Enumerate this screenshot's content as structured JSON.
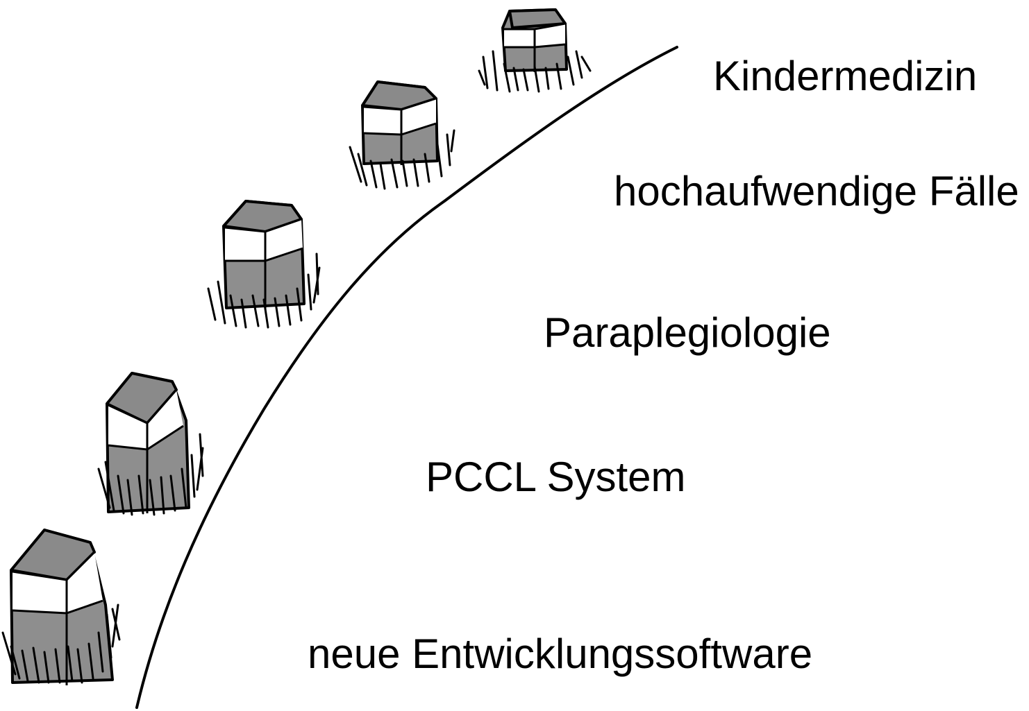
{
  "milestones": [
    {
      "label": "Kindermedizin"
    },
    {
      "label": "hochaufwendige Fälle"
    },
    {
      "label": "Paraplegiologie"
    },
    {
      "label": "PCCL System"
    },
    {
      "label": "neue Entwicklungssoftware"
    }
  ],
  "colors": {
    "stone_shade": "#8e8e8e",
    "stone_top": "#8a8a8a",
    "stone_band": "#ffffff",
    "ink": "#000000"
  }
}
